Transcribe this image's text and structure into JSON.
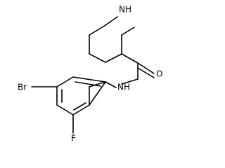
{
  "diagram": {
    "type": "chemical-structure",
    "atoms": {
      "piperidine_nh": "NH",
      "amide_nh": "NH",
      "carbonyl_o": "O",
      "bromine": "Br",
      "fluorine": "F"
    },
    "colors": {
      "bond": "#000000",
      "label": "#000000",
      "background": "#ffffff"
    }
  }
}
